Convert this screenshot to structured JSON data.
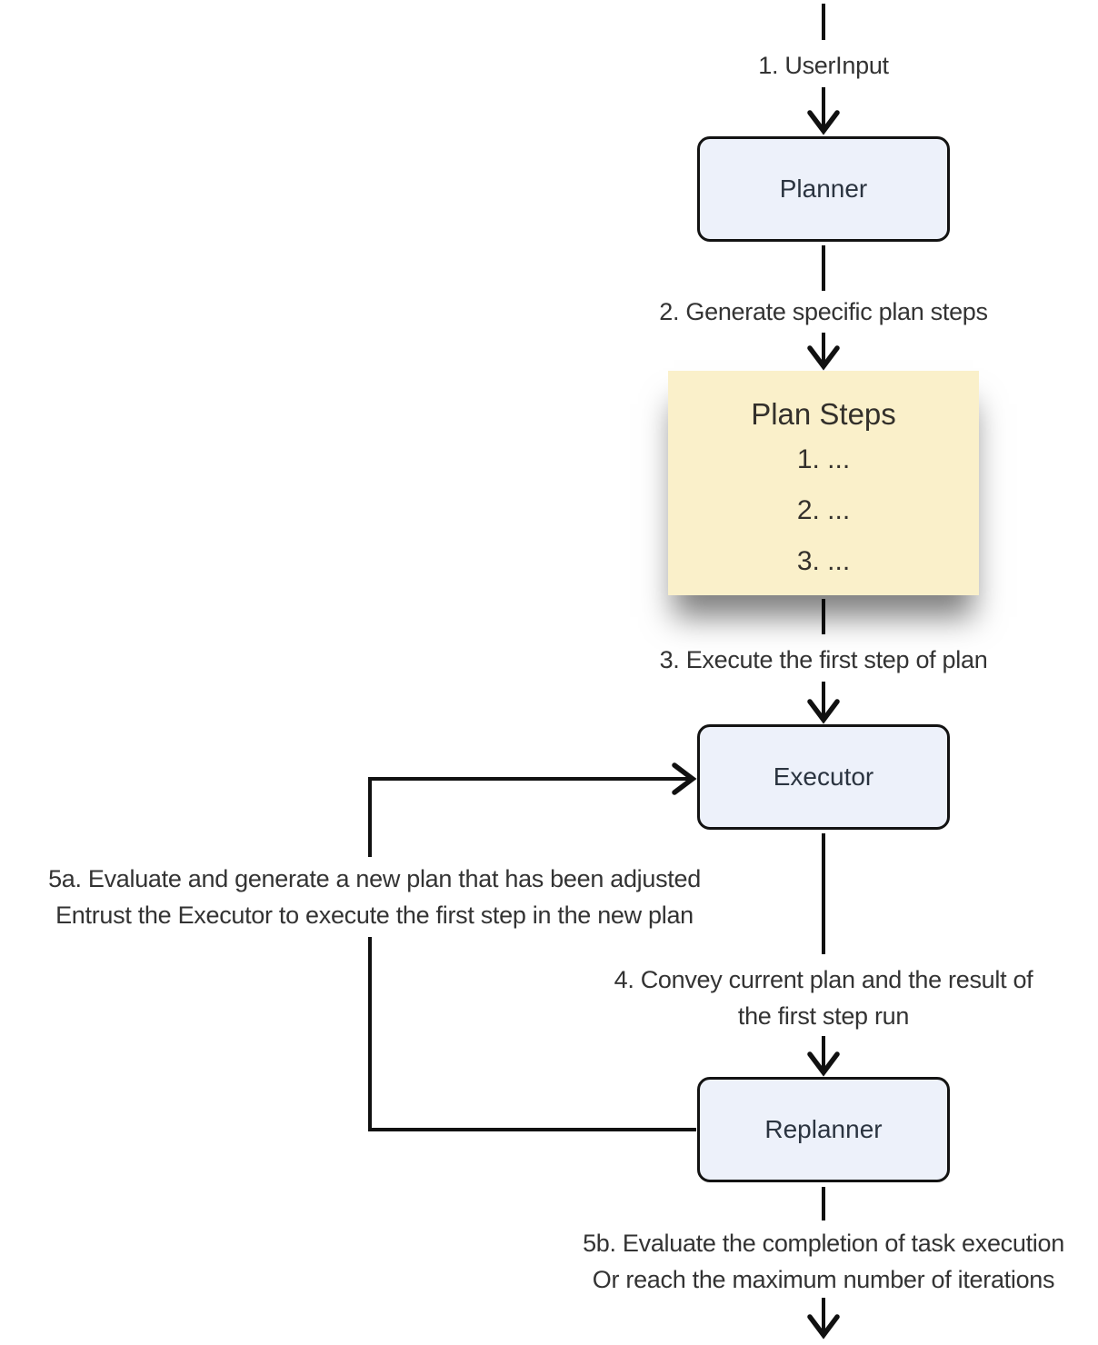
{
  "diagram": {
    "type": "flowchart",
    "nodes": {
      "planner": {
        "label": "Planner"
      },
      "executor": {
        "label": "Executor"
      },
      "replanner": {
        "label": "Replanner"
      },
      "plan_steps": {
        "title": "Plan Steps",
        "items": [
          "1. ...",
          "2. ...",
          "3. ..."
        ]
      }
    },
    "edge_labels": {
      "step1": "1. UserInput",
      "step2": "2. Generate specific plan steps",
      "step3": "3. Execute the first step of plan",
      "step4": [
        "4. Convey current plan and the result of",
        "the first step run"
      ],
      "step5a": [
        "5a. Evaluate and generate a new plan that has been adjusted",
        "Entrust the Executor to execute the first step in the new plan"
      ],
      "step5b": [
        "5b. Evaluate the completion of task execution",
        "Or reach the maximum number of iterations"
      ]
    },
    "colors": {
      "node_fill": "#edf1fa",
      "node_border": "#131313",
      "node_text": "#2b3440",
      "note_fill": "#faf0ca",
      "note_text": "#33302b",
      "edge_line": "#111111",
      "label_text": "#333333",
      "background": "#ffffff"
    }
  }
}
